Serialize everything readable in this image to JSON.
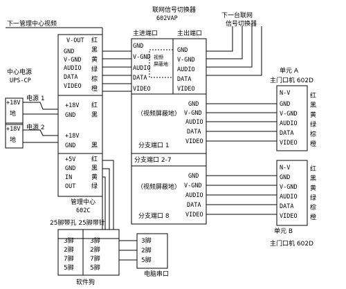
{
  "top_label_left": "下一管理中心视频",
  "switcher_title": "联网信号切换器",
  "switcher_model": "602VAP",
  "next_switcher": [
    "下一台联网",
    "信号切换器"
  ],
  "main_in_port": "主进端口",
  "main_out_port": "主出端口",
  "shield_label": [
    "视频",
    "屏蔽地"
  ],
  "video_shield_paren": "（视频屏蔽地）",
  "branch_port_1": "分支端口 1",
  "branch_port_2_7": "分支端口 2-7",
  "branch_port_8": "分支端口 8",
  "signals6": [
    "GND",
    "V-GND",
    "AUDIO",
    "DATA",
    "VIDEO"
  ],
  "main_top_signals": [
    "V-OUT",
    "GND",
    "V-GND",
    "AUDIO",
    "DATA",
    "VIDEO"
  ],
  "main_top_colors": [
    "红",
    "黑",
    "黄",
    "绿",
    "棕",
    "橙"
  ],
  "power_title": [
    "中心电源",
    "UPS-CP"
  ],
  "v18": "+18V",
  "ground": "地",
  "power1": "电源 1",
  "power2": "电源 2",
  "gnd": "GND",
  "plus18v": "+18V",
  "red": "红",
  "black": "黑",
  "bottom_signals": [
    "+5V",
    "GND",
    "IN",
    "OUT"
  ],
  "bottom_colors": [
    "红",
    "黑",
    "黄",
    "绿"
  ],
  "manager_label": [
    "管理中心",
    "602C"
  ],
  "pin25": "25脚带孔  25脚带针",
  "pins_left": [
    "3脚",
    "2脚",
    "7脚",
    "5脚"
  ],
  "pins_right": [
    "3脚",
    "2脚",
    "7脚",
    "5脚"
  ],
  "software_dog": "软件狗",
  "pc_pins": [
    "3脚",
    "2脚",
    "5脚"
  ],
  "pc_serial": "电脑串口",
  "unitA": [
    "单元 A",
    "主门口机 602D"
  ],
  "unitB": [
    "单元 B",
    "主门口机 602D"
  ],
  "unit_signals": [
    "N-V",
    "GND",
    "V-GND",
    "AUDIO",
    "DATA",
    "VIDEO"
  ],
  "unit_colors": [
    "红",
    "黑",
    "黄",
    "绿",
    "棕",
    "橙"
  ]
}
